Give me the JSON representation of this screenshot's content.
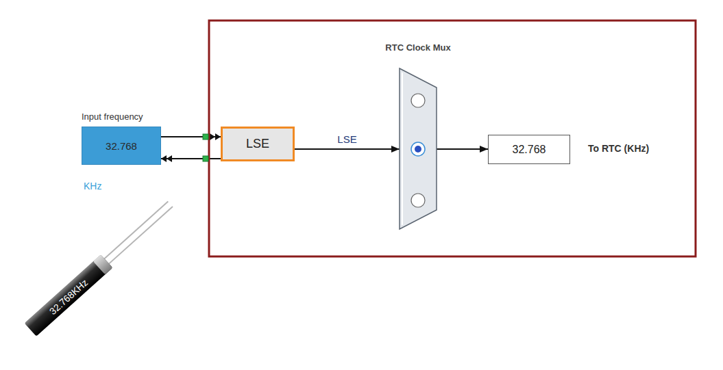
{
  "diagram": {
    "nodes": [
      {
        "text": [
          "32.768"
        ]
      },
      {
        "text": [
          "LSE"
        ]
      },
      {
        "text": [
          "RTC Clock Mux"
        ]
      },
      {
        "text": [
          "32.768"
        ]
      }
    ],
    "edges": [
      {
        "from": 0,
        "to": 1,
        "arrow": "to"
      },
      {
        "from": 1,
        "to": 0,
        "arrow": "to"
      },
      {
        "from": 1,
        "to": 2,
        "label": "LSE",
        "arrow": "to"
      },
      {
        "from": 2,
        "to": 3,
        "arrow": "to"
      }
    ],
    "labels": [
      "Input frequency",
      "KHz",
      "To RTC (KHz)",
      "32.768KHz"
    ]
  }
}
